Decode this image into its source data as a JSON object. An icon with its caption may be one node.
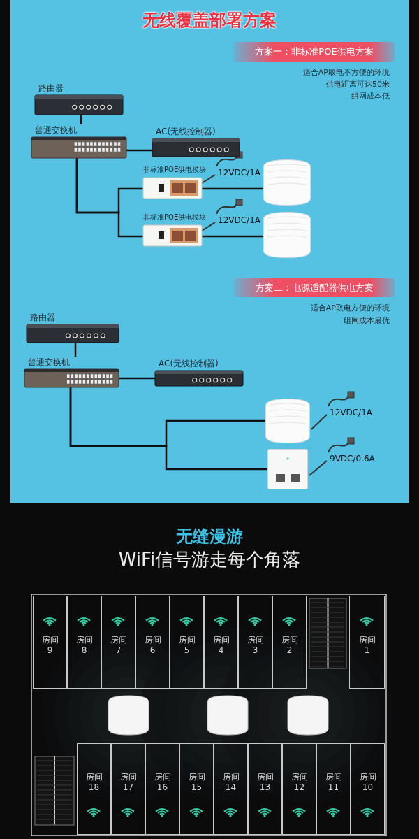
{
  "diagram": {
    "title": "无线覆盖部署方案",
    "nodes": [
      {
        "text": [
          "方案一：非标准POE供电方案"
        ]
      },
      {
        "text": [
          "路由器"
        ]
      },
      {
        "text": [
          "普通交换机"
        ]
      },
      {
        "text": [
          "AC(无线控制器)"
        ]
      },
      {
        "text": [
          "非标准POE供电模块"
        ]
      },
      {
        "text": [],
        "shape": "picture"
      },
      {
        "text": [
          "非标准POE供电模块"
        ]
      },
      {
        "text": [],
        "shape": "picture"
      },
      {
        "text": [
          "方案二：电源适配器供电方案"
        ]
      },
      {
        "text": [
          "路由器"
        ]
      },
      {
        "text": [
          "普通交换机"
        ]
      },
      {
        "text": [
          "AC(无线控制器)"
        ]
      },
      {
        "text": [],
        "shape": "picture",
        "beside": [
          "12VDC/1A"
        ]
      },
      {
        "text": [],
        "shape": "picture",
        "beside": [
          "9VDC/0.6A"
        ]
      },
      {
        "text": [
          "房间9"
        ]
      },
      {
        "text": [
          "房间8"
        ]
      },
      {
        "text": [
          "房间7"
        ]
      },
      {
        "text": [
          "房间6"
        ]
      },
      {
        "text": [
          "房间5"
        ]
      },
      {
        "text": [
          "房间4"
        ]
      },
      {
        "text": [
          "房间3"
        ]
      },
      {
        "text": [
          "房间2"
        ]
      },
      {
        "text": [
          "房间1"
        ]
      },
      {
        "text": [
          "房间18"
        ]
      },
      {
        "text": [
          "房间17"
        ]
      },
      {
        "text": [
          "房间16"
        ]
      },
      {
        "text": [
          "房间15"
        ]
      },
      {
        "text": [
          "房间14"
        ]
      },
      {
        "text": [
          "房间13"
        ]
      },
      {
        "text": [
          "房间12"
        ]
      },
      {
        "text": [
          "房间11"
        ]
      },
      {
        "text": [
          "房间10"
        ]
      }
    ],
    "edges": [
      {
        "from": 1,
        "to": 2,
        "arrow": "none"
      },
      {
        "from": 2,
        "to": 3,
        "arrow": "none"
      },
      {
        "from": 2,
        "to": 4,
        "arrow": "none"
      },
      {
        "from": 2,
        "to": 6,
        "arrow": "none"
      },
      {
        "from": 4,
        "to": 5,
        "arrow": "none"
      },
      {
        "from": 6,
        "to": 7,
        "arrow": "none"
      },
      {
        "from": 9,
        "to": 10,
        "arrow": "none"
      },
      {
        "from": 10,
        "to": 11,
        "arrow": "none"
      },
      {
        "from": 10,
        "to": 12,
        "arrow": "none"
      },
      {
        "from": 10,
        "to": 13,
        "arrow": "none"
      }
    ],
    "labels": [
      "适合AP取电不方便的环境",
      "供电距离可达50米",
      "组网成本低",
      "12VDC/1A",
      "12VDC/1A",
      "适合AP取电方便的环境",
      "组网成本最优",
      "无缝漫游",
      "WiFi信号游走每个角落"
    ]
  }
}
